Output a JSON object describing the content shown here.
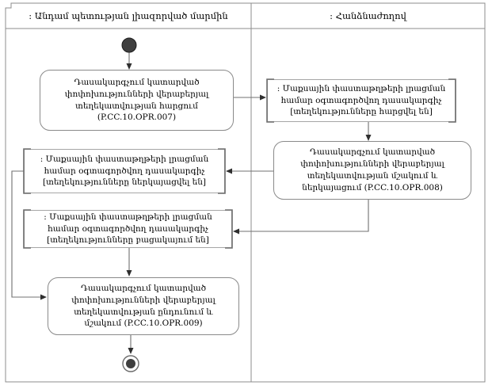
{
  "lanes": {
    "left": {
      "title": ": Անդամ պետության լիազորված մարմին"
    },
    "right": {
      "title": ": Հանձնաժողով"
    }
  },
  "nodes": {
    "request_info": {
      "type": "activity",
      "label": "Դասակարգչում կատարված փոփոխությունների վերաբերյալ տեղեկատվության հարցում (P.CC.10.OPR.007)"
    },
    "classifier_requested": {
      "type": "object",
      "label": ": Մաքսային փաստաթղթերի լրացման համար օգտագործվող դասակարգիչ [տեղեկությունները հարցվել են]"
    },
    "process_and_present": {
      "type": "activity",
      "label": "Դասակարգչում կատարված փոփոխությունների վերաբերյալ տեղեկատվության մշակում և ներկայացում (P.CC.10.OPR.008)"
    },
    "classifier_presented": {
      "type": "object",
      "label": ": Մաքսային փաստաթղթերի լրացման համար օգտագործվող դասակարգիչ [տեղեկությունները ներկայացվել են]"
    },
    "classifier_missing": {
      "type": "object",
      "label": ": Մաքսային փաստաթղթերի լրացման համար օգտագործվող դասակարգիչ [տեղեկությունները բացակայում են]"
    },
    "receive_and_process": {
      "type": "activity",
      "label": "Դասակարգչում կատարված փոփոխությունների վերաբերյալ տեղեկատվության ընդունում և մշակում (P.CC.10.OPR.009)"
    }
  },
  "colors": {
    "frame_line": "#8c8c8c",
    "connector_line": "#707070",
    "arrowhead": "#2f2f2f",
    "start_end_node_fill": "#3f3f3f",
    "node_border": "#8a8a8a",
    "text": "#000000",
    "background": "#ffffff"
  }
}
